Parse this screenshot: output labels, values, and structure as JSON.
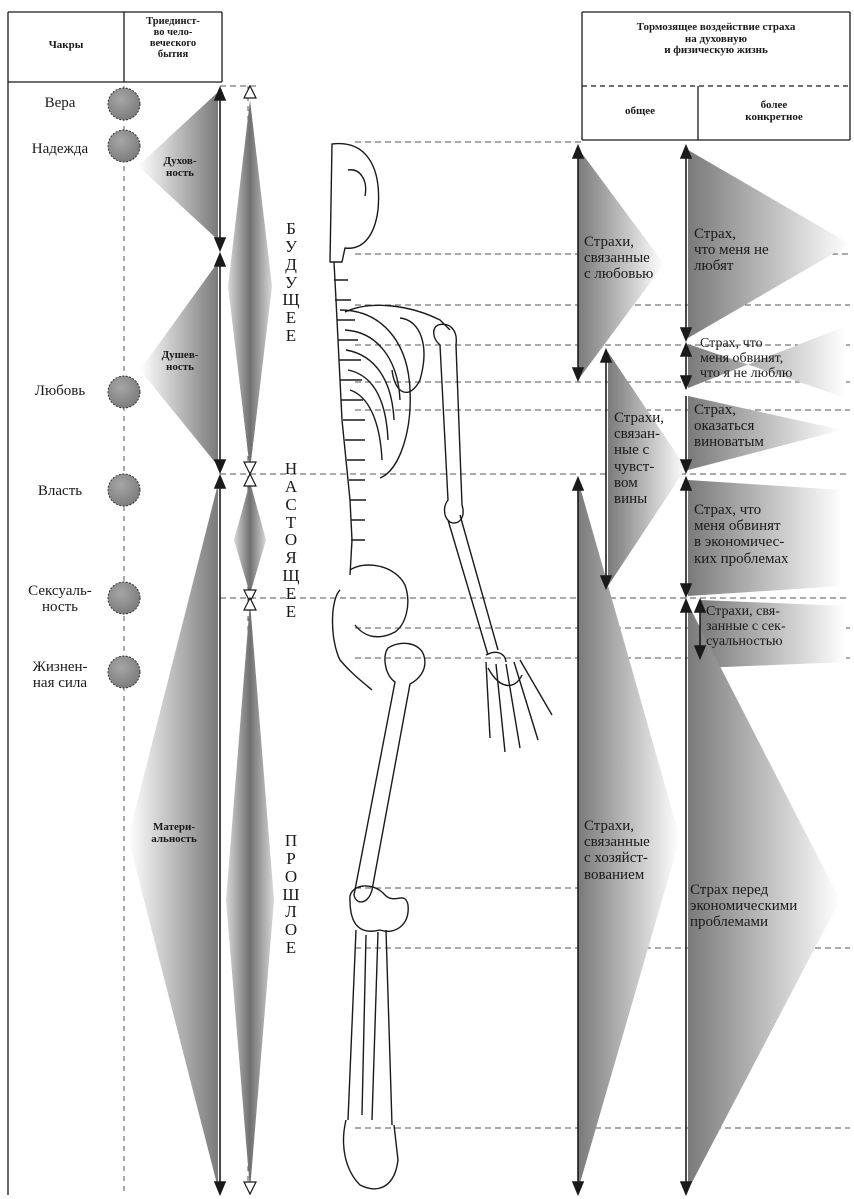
{
  "header": {
    "chakras": "Чакры",
    "trinity": "Триединст-\nво чело-\nвеческого\nбытия",
    "inhibit": "Тормозящее воздействие страха\nна духовную\nи физическую жизнь",
    "general": "общее",
    "specific": "более\nконкретное"
  },
  "chakras": [
    {
      "label": "Вера"
    },
    {
      "label": "Надежда"
    },
    {
      "label": "Любовь"
    },
    {
      "label": "Власть"
    },
    {
      "label": "Сексуаль-\nность"
    },
    {
      "label": "Жизнен-\nная сила"
    }
  ],
  "trinity": {
    "spirituality": "Духов-\nность",
    "soul": "Душев-\nность",
    "materiality": "Матери-\nальность"
  },
  "time": {
    "future": "БУДУЩЕЕ",
    "present": "НАСТОЯЩЕЕ",
    "past": "ПРОШЛОЕ"
  },
  "fears_general": {
    "love": "Страхи,\nсвязанные\nс любовью",
    "guilt": "Страхи,\nсвязан-\nные с\nчувст-\nвом\nвины",
    "economy": "Страхи,\nсвязанные\nс хозяйст-\nвованием"
  },
  "fears_specific": {
    "unloved": "Страх,\nчто меня не\nлюбят",
    "accused_unloving": "Страх, что\nменя обвинят,\nчто я не люблю",
    "guilty": "Страх,\nоказаться\nвиноватым",
    "accused_economic": "Страх, что\nменя обвинят\nв экономичес-\nких проблемах",
    "sexuality": "Страхи, свя-\nзанные с сек-\nсуальностью",
    "economic": "Страх перед\nэкономическими\nпроблемами"
  },
  "colors": {
    "line": "#1a1a1a",
    "chakra_fill": "#8c8c8c",
    "gradient_dark": "#6e6e6e",
    "gradient_light": "#ffffff"
  }
}
